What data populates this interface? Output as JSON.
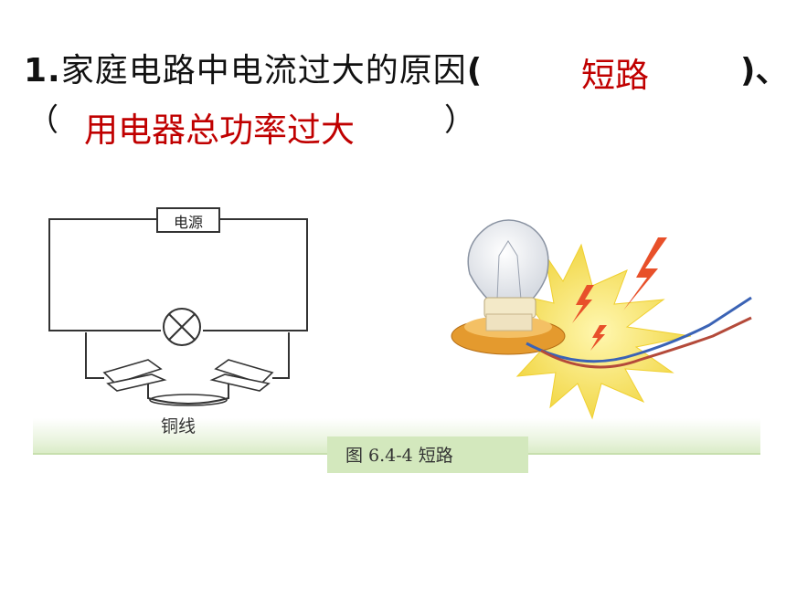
{
  "question": {
    "number": "1.",
    "text": "家庭电路中电流过大的原因",
    "open_paren": "(",
    "close_paren": ")、",
    "answer1": "短路",
    "open_paren2": "（",
    "answer2": "用电器总功率过大",
    "close_paren2": "）"
  },
  "figure": {
    "source_label": "电源",
    "wire_label": "铜线",
    "caption": "图 6.4-4  短路"
  },
  "colors": {
    "answer": "#c00000",
    "caption_band": "#d3e8bd",
    "spark": "#f6e15a",
    "bolt": "#e8502a"
  },
  "icons": [
    "lamp-symbol-icon",
    "clip-icon",
    "light-bulb-icon",
    "spark-icon",
    "lightning-icon"
  ]
}
